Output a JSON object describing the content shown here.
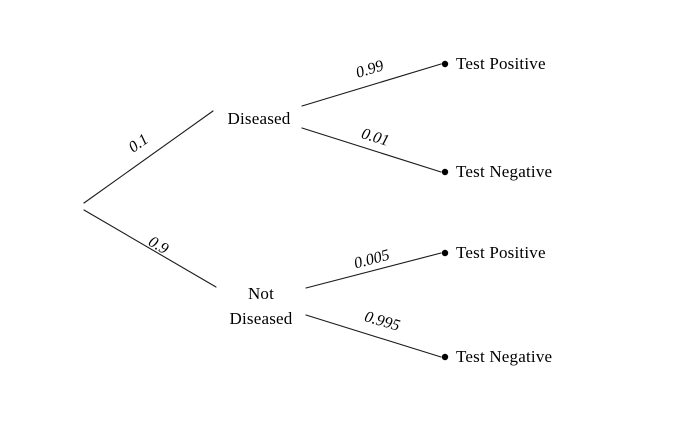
{
  "diagram": {
    "type": "probability-tree",
    "title": "",
    "background_color": "#ffffff",
    "line_color": "#1a1a1a",
    "text_color": "#000000",
    "root": {
      "label": ""
    },
    "level1": [
      {
        "id": "diseased",
        "label": "Diseased",
        "probability": "0.1"
      },
      {
        "id": "not-diseased",
        "label_line1": "Not",
        "label_line2": "Diseased",
        "probability": "0.9"
      }
    ],
    "level2": [
      {
        "id": "diseased-positive",
        "parent": "diseased",
        "label": "Test Positive",
        "probability": "0.99"
      },
      {
        "id": "diseased-negative",
        "parent": "diseased",
        "label": "Test Negative",
        "probability": "0.01"
      },
      {
        "id": "not-diseased-positive",
        "parent": "not-diseased",
        "label": "Test Positive",
        "probability": "0.005"
      },
      {
        "id": "not-diseased-negative",
        "parent": "not-diseased",
        "label": "Test Negative",
        "probability": "0.995"
      }
    ]
  },
  "chart_data": {
    "type": "tree",
    "title": "",
    "nodes": [
      {
        "id": "root",
        "label": "",
        "depth": 0
      },
      {
        "id": "diseased",
        "label": "Diseased",
        "depth": 1
      },
      {
        "id": "not-diseased",
        "label": "Not Diseased",
        "depth": 1
      },
      {
        "id": "diseased-positive",
        "label": "Test Positive",
        "depth": 2
      },
      {
        "id": "diseased-negative",
        "label": "Test Negative",
        "depth": 2
      },
      {
        "id": "not-diseased-positive",
        "label": "Test Positive",
        "depth": 2
      },
      {
        "id": "not-diseased-negative",
        "label": "Test Negative",
        "depth": 2
      }
    ],
    "edges": [
      {
        "from": "root",
        "to": "diseased",
        "label": "0.1",
        "value": 0.1
      },
      {
        "from": "root",
        "to": "not-diseased",
        "label": "0.9",
        "value": 0.9
      },
      {
        "from": "diseased",
        "to": "diseased-positive",
        "label": "0.99",
        "value": 0.99
      },
      {
        "from": "diseased",
        "to": "diseased-negative",
        "label": "0.01",
        "value": 0.01
      },
      {
        "from": "not-diseased",
        "to": "not-diseased-positive",
        "label": "0.005",
        "value": 0.005
      },
      {
        "from": "not-diseased",
        "to": "not-diseased-negative",
        "label": "0.995",
        "value": 0.995
      }
    ]
  }
}
